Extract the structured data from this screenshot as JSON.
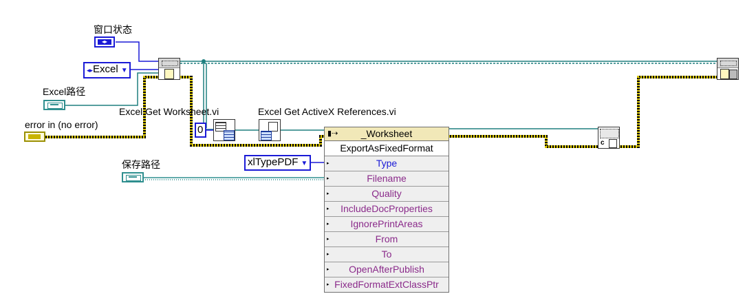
{
  "labels": {
    "window_state": "窗口状态",
    "excel_path": "Excel路径",
    "error_in": "error in (no error)",
    "save_path": "保存路径",
    "get_worksheet_vi": "Excel Get Worksheet.vi",
    "get_activex_vi": "Excel Get ActiveX References.vi"
  },
  "controls": {
    "excel_enum": "Excel",
    "xltype_enum": "xlTypePDF",
    "sheet_index": "0"
  },
  "invoke_node": {
    "class_name": "_Worksheet",
    "method": "ExportAsFixedFormat",
    "parameters": [
      {
        "name": "Type",
        "color": "#1a1ad6"
      },
      {
        "name": "Filename",
        "color": "#8a2a8a"
      },
      {
        "name": "Quality",
        "color": "#8a2a8a"
      },
      {
        "name": "IncludeDocProperties",
        "color": "#8a2a8a"
      },
      {
        "name": "IgnorePrintAreas",
        "color": "#8a2a8a"
      },
      {
        "name": "From",
        "color": "#8a2a8a"
      },
      {
        "name": "To",
        "color": "#8a2a8a"
      },
      {
        "name": "OpenAfterPublish",
        "color": "#8a2a8a"
      },
      {
        "name": "FixedFormatExtClassPtr",
        "color": "#8a2a8a"
      }
    ]
  },
  "wire_colors": {
    "error": "#c8b400",
    "refnum": "#1e7f7f",
    "path": "#2f8f8f",
    "enum": "#1a1ad6"
  }
}
